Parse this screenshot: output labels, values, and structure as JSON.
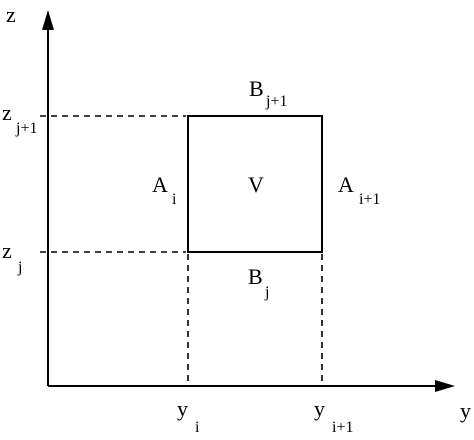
{
  "axes": {
    "horizontal": "y",
    "vertical": "z"
  },
  "ticks": {
    "y_i": {
      "base": "y",
      "sub": "i"
    },
    "y_i1": {
      "base": "y",
      "sub": "i+1"
    },
    "z_j": {
      "base": "z",
      "sub": "j"
    },
    "z_j1": {
      "base": "z",
      "sub": "j+1"
    }
  },
  "cell": {
    "volume": "V",
    "left_face": {
      "base": "A",
      "sub": "i"
    },
    "right_face": {
      "base": "A",
      "sub": "i+1"
    },
    "bottom_face": {
      "base": "B",
      "sub": "j"
    },
    "top_face": {
      "base": "B",
      "sub": "j+1"
    }
  },
  "colors": {
    "ink": "#000000",
    "background": "#ffffff"
  }
}
